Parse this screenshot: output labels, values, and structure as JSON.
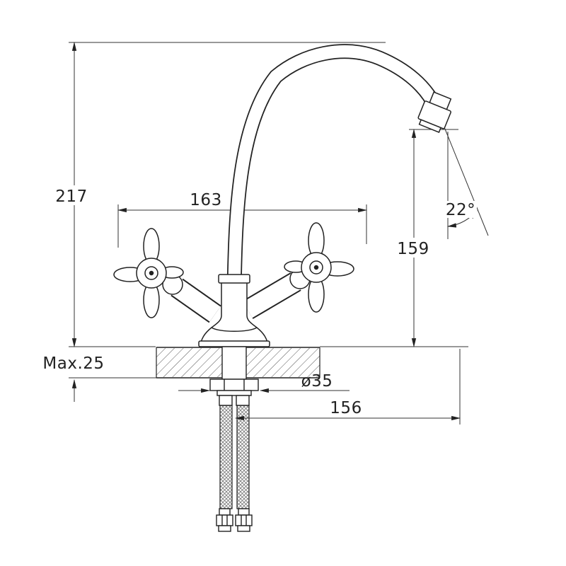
{
  "diagram": {
    "type": "technical-drawing",
    "subject": "two-handle high-arc sink mixer faucet, front view with mounting section",
    "background": "#ffffff",
    "line_color": "#222222",
    "labels": {
      "overall_height": "217",
      "handle_span": "163",
      "spout_outlet_height": "159",
      "spout_angle": "22°",
      "max_deck_thickness": "Max.25",
      "base_diameter": "ø35",
      "spout_reach": "156"
    }
  }
}
